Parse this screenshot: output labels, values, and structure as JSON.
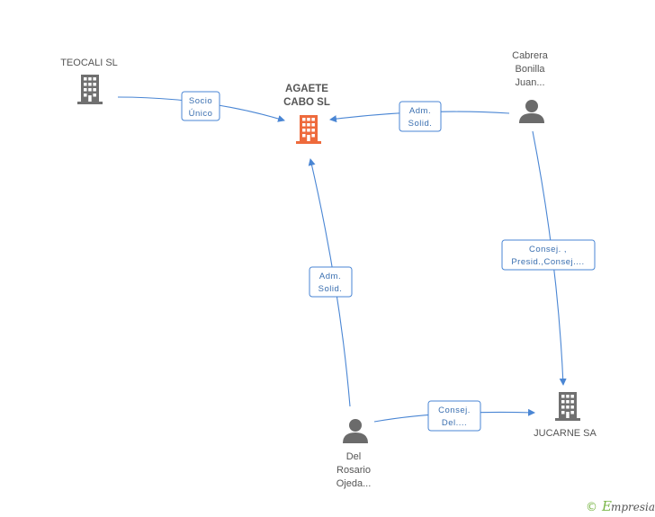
{
  "colors": {
    "edge": "#4a86d4",
    "building": "#707070",
    "building_main": "#ee6a3c",
    "person": "#6b6b6b",
    "brand": "#7ab648"
  },
  "nodes": {
    "teocali": {
      "label": [
        "TEOCALI SL"
      ],
      "icon": "building-icon"
    },
    "agaete": {
      "label": [
        "AGAETE",
        "CABO SL"
      ],
      "icon": "building-icon"
    },
    "cabrera": {
      "label": [
        "Cabrera",
        "Bonilla",
        "Juan..."
      ],
      "icon": "person-icon"
    },
    "jucarne": {
      "label": [
        "JUCARNE SA"
      ],
      "icon": "building-icon"
    },
    "delrosario": {
      "label": [
        "Del",
        "Rosario",
        "Ojeda..."
      ],
      "icon": "person-icon"
    }
  },
  "edges": {
    "teocali_agaete": [
      "Socio",
      "Único"
    ],
    "cabrera_agaete": [
      "Adm.",
      "Solid."
    ],
    "cabrera_jucarne": [
      "Consej. ,",
      "Presid.,Consej...."
    ],
    "delrosario_agaete": [
      "Adm.",
      "Solid."
    ],
    "delrosario_jucarne": [
      "Consej.",
      "Del...."
    ]
  },
  "footer": {
    "copyright": "©",
    "brand_initial": "E",
    "brand_rest": "mpresia"
  }
}
